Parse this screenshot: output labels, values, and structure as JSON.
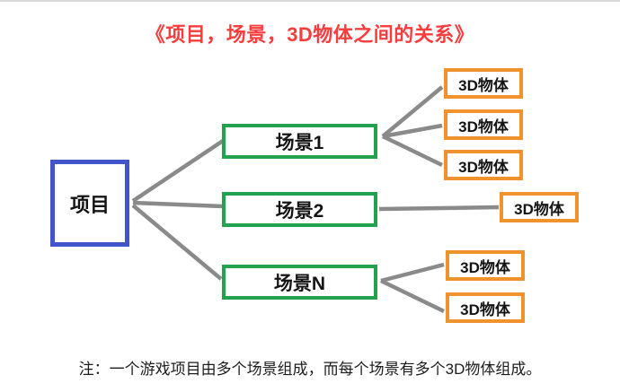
{
  "title": "《项目，场景，3D物体之间的关系》",
  "note": "注：一个游戏项目由多个场景组成，而每个场景有多个3D物体组成。",
  "nodes": {
    "project": {
      "label": "项目"
    },
    "scenes": [
      {
        "label": "场景1",
        "objects": [
          "3D物体",
          "3D物体",
          "3D物体"
        ]
      },
      {
        "label": "场景2",
        "objects": [
          "3D物体"
        ]
      },
      {
        "label": "场景N",
        "objects": [
          "3D物体",
          "3D物体"
        ]
      }
    ]
  },
  "edges": [
    {
      "from": "项目",
      "to": "场景1"
    },
    {
      "from": "项目",
      "to": "场景2"
    },
    {
      "from": "项目",
      "to": "场景N"
    },
    {
      "from": "场景1",
      "to": "3D物体",
      "count": 3
    },
    {
      "from": "场景2",
      "to": "3D物体",
      "count": 1
    },
    {
      "from": "场景N",
      "to": "3D物体",
      "count": 2
    }
  ],
  "colors": {
    "title_text": "#fa3c3c",
    "project_border": "#4154cb",
    "scene_border": "#22a24f",
    "object_border": "#f0922d",
    "connector": "#8a8a8a",
    "label_text": "#141414"
  }
}
